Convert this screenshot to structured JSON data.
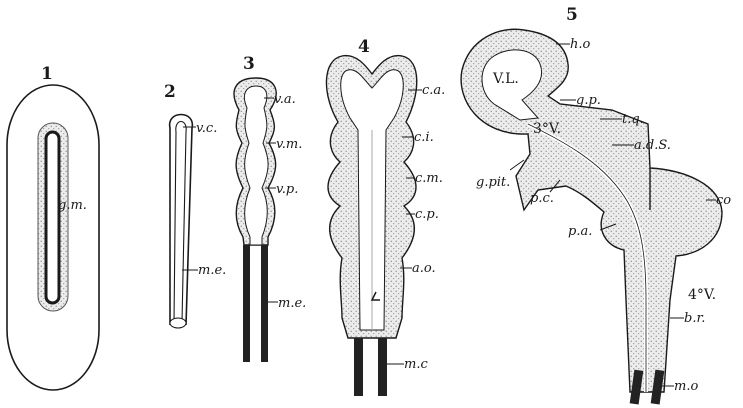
{
  "figure_numbers": [
    "1",
    "2",
    "3",
    "4",
    "5"
  ],
  "labels": {
    "fig1": [
      "g.m."
    ],
    "fig2": [
      "v.c.",
      "m.e."
    ],
    "fig3": [
      "v.a.",
      "v.m.",
      "v.p.",
      "m.e."
    ],
    "fig4": [
      "c.a.",
      "c.i.",
      "c.m.",
      "c.p.",
      "a.o.",
      "m.c"
    ],
    "fig5_left": [
      "g.pit.",
      "p.c.",
      "p.a."
    ],
    "fig5_right": [
      "h.o",
      "g.p.",
      "t.q.",
      "a.d.S.",
      "co",
      "b.r.",
      "m.o"
    ],
    "fig5_inner": [
      "V.L.",
      "3°V.",
      "4°V."
    ]
  },
  "colors": {
    "ink": "#1a1a1a",
    "stipple": "#e4e4e4",
    "dark_cord": "#222222",
    "background": "#ffffff"
  }
}
